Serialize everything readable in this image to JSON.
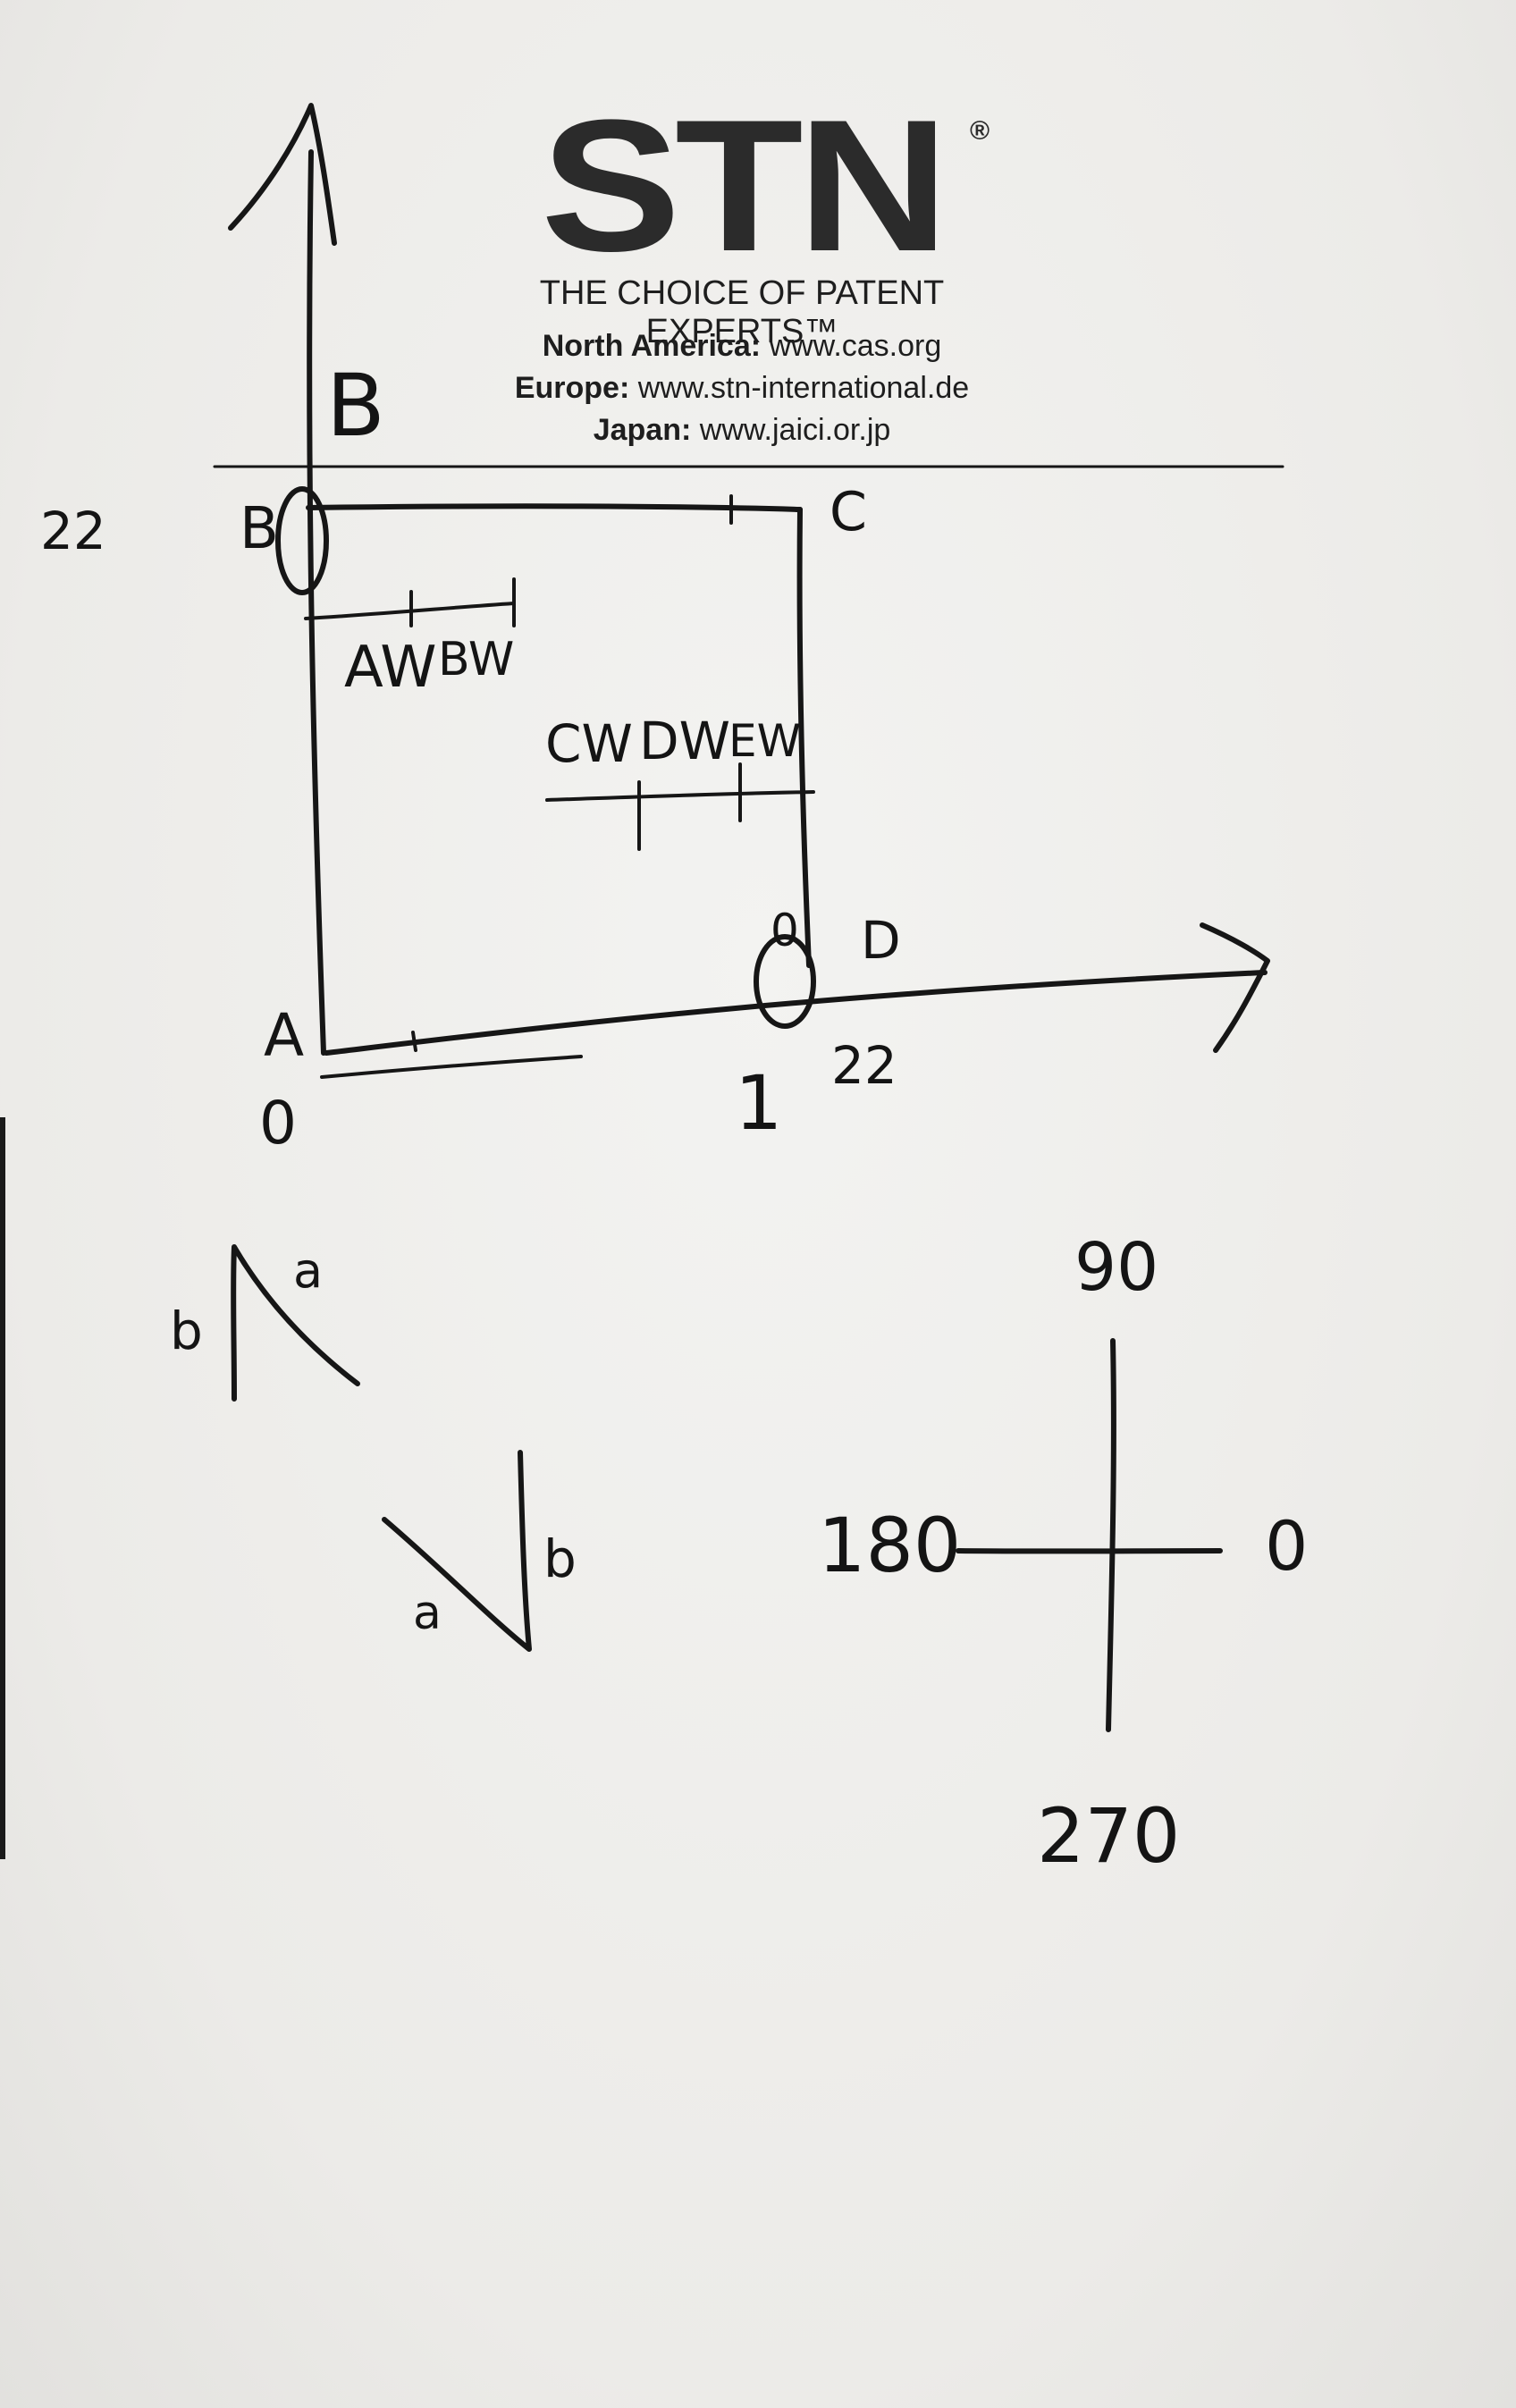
{
  "logo": {
    "text": "STN",
    "registered_mark": "®",
    "tagline": "THE CHOICE OF PATENT EXPERTS™"
  },
  "contacts": [
    {
      "region": "North America:",
      "url": "www.cas.org"
    },
    {
      "region": "Europe:",
      "url": "www.stn-international.de"
    },
    {
      "region": "Japan:",
      "url": "www.jaici.or.jp"
    }
  ],
  "sketch": {
    "axis_label_top": "B",
    "left_number": "22",
    "corner_b": "B",
    "corner_c": "C",
    "corner_a": "A",
    "corner_d": "D",
    "origin_zero": "0",
    "bottom_one": "1",
    "bottom_22": "22",
    "seg_aw": "AW",
    "seg_bw": "BW",
    "seg_cw": "CW",
    "seg_dw": "DW",
    "seg_ew": "EW",
    "circle_zero_bottom": "0"
  },
  "angle_sketch_1": {
    "left": "b",
    "right": "a"
  },
  "angle_sketch_2": {
    "left": "a",
    "right": "b"
  },
  "compass": {
    "top": "90",
    "left": "180",
    "right": "0",
    "bottom": "270"
  }
}
